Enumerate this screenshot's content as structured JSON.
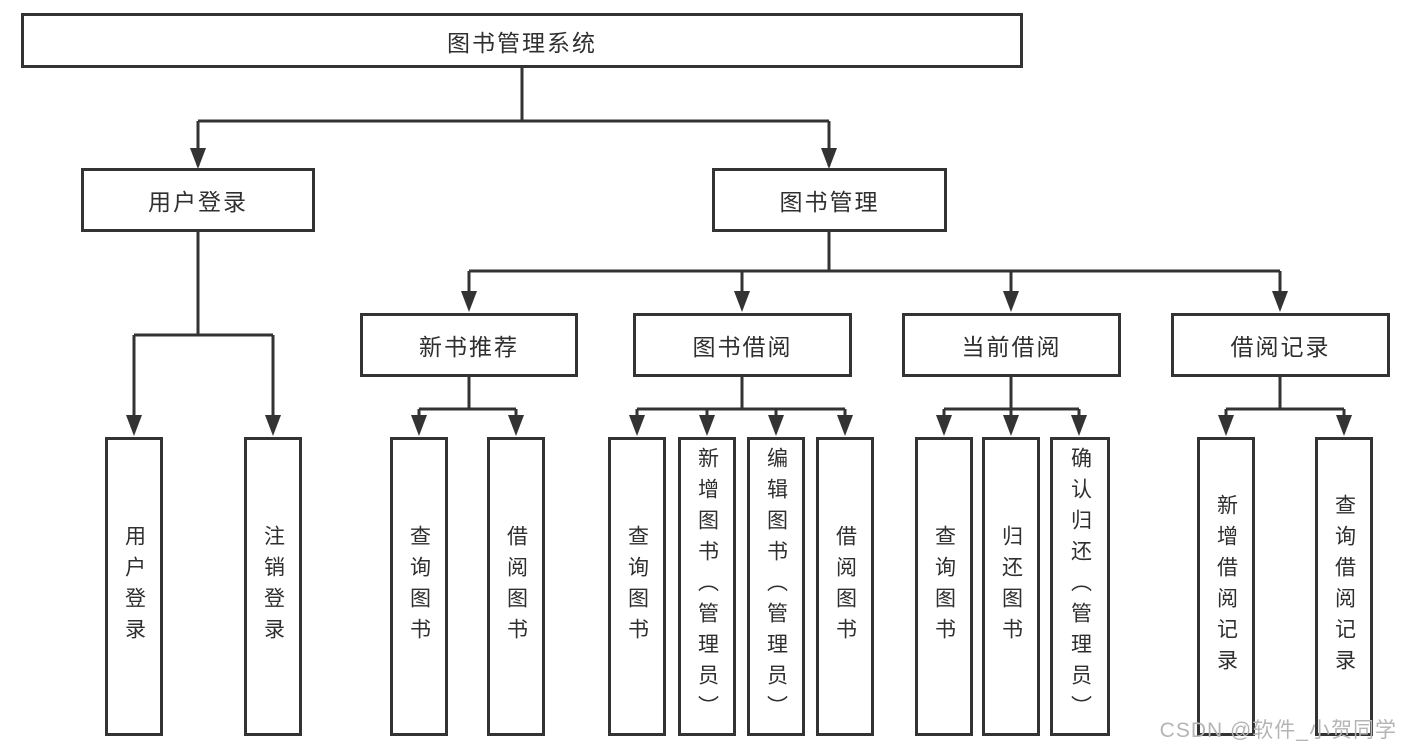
{
  "tree": {
    "label": "图书管理系统",
    "children": [
      {
        "label": "用户登录",
        "children": [
          {
            "label": "用户登录"
          },
          {
            "label": "注销登录"
          }
        ]
      },
      {
        "label": "图书管理",
        "children": [
          {
            "label": "新书推荐",
            "children": [
              {
                "label": "查询图书"
              },
              {
                "label": "借阅图书"
              }
            ]
          },
          {
            "label": "图书借阅",
            "children": [
              {
                "label": "查询图书"
              },
              {
                "label": "新增图书（管理员）"
              },
              {
                "label": "编辑图书（管理员）"
              },
              {
                "label": "借阅图书"
              }
            ]
          },
          {
            "label": "当前借阅",
            "children": [
              {
                "label": "查询图书"
              },
              {
                "label": "归还图书"
              },
              {
                "label": "确认归还（管理员）"
              }
            ]
          },
          {
            "label": "借阅记录",
            "children": [
              {
                "label": "新增借阅记录"
              },
              {
                "label": "查询借阅记录"
              }
            ]
          }
        ]
      }
    ]
  },
  "watermark": "CSDN @软件_小贺同学",
  "colors": {
    "line": "#333333",
    "box_fill": "#ffffff",
    "text": "#2f2f2f",
    "watermark": "#b5b5b5",
    "background": "#ffffff"
  }
}
